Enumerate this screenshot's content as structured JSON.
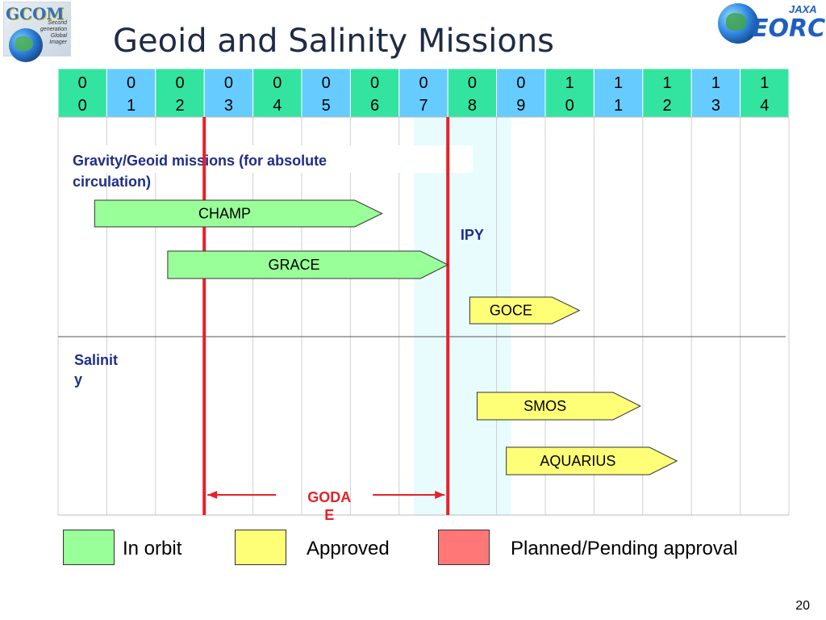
{
  "slide": {
    "title": "Geoid and Salinity Missions",
    "page_number": "20"
  },
  "logos": {
    "gcom": {
      "name": "GCOM",
      "caption": "Second generation Global Imager"
    },
    "eorc": {
      "name": "EORC",
      "agency": "JAXA"
    }
  },
  "colors": {
    "header_light": "#66ccff",
    "header_alt": "#33e3a0",
    "in_orbit": "#99ff99",
    "approved": "#ffff77",
    "planned": "#ff7777",
    "red_line": "#e8202a",
    "ipy_band": "#e8fbfd",
    "label_blue": "#1f2d8a",
    "label_red": "#e8202a"
  },
  "years": [
    {
      "top": "0",
      "bottom": "0",
      "highlight": true
    },
    {
      "top": "0",
      "bottom": "1",
      "highlight": false
    },
    {
      "top": "0",
      "bottom": "2",
      "highlight": true
    },
    {
      "top": "0",
      "bottom": "3",
      "highlight": false
    },
    {
      "top": "0",
      "bottom": "4",
      "highlight": true
    },
    {
      "top": "0",
      "bottom": "5",
      "highlight": false
    },
    {
      "top": "0",
      "bottom": "6",
      "highlight": true
    },
    {
      "top": "0",
      "bottom": "7",
      "highlight": false
    },
    {
      "top": "0",
      "bottom": "8",
      "highlight": true
    },
    {
      "top": "0",
      "bottom": "9",
      "highlight": false
    },
    {
      "top": "1",
      "bottom": "0",
      "highlight": true
    },
    {
      "top": "1",
      "bottom": "1",
      "highlight": false
    },
    {
      "top": "1",
      "bottom": "2",
      "highlight": true
    },
    {
      "top": "1",
      "bottom": "3",
      "highlight": false
    },
    {
      "top": "1",
      "bottom": "4",
      "highlight": true
    }
  ],
  "sections": {
    "gravity": "Gravity/Geoid missions (for absolute circulation)",
    "salinity": "Salinity"
  },
  "missions": [
    {
      "label": "CHAMP",
      "status": "in_orbit",
      "start": 0.75,
      "end": 6.65
    },
    {
      "label": "GRACE",
      "status": "in_orbit",
      "start": 2.25,
      "end": 8.0
    },
    {
      "label": "GOCE",
      "status": "approved",
      "start": 8.45,
      "end": 10.7
    },
    {
      "label": "SMOS",
      "status": "approved",
      "start": 8.6,
      "end": 11.95
    },
    {
      "label": "AQUARIUS",
      "status": "approved",
      "start": 9.2,
      "end": 12.7
    }
  ],
  "markers": {
    "godae_label": "GODAE",
    "godae_start": 3.0,
    "godae_end": 8.0,
    "ipy_label": "IPY",
    "ipy_start": 7.3,
    "ipy_end": 9.3
  },
  "legend": [
    {
      "label": "In orbit",
      "status": "in_orbit"
    },
    {
      "label": "Approved",
      "status": "approved"
    },
    {
      "label": "Planned/Pending approval",
      "status": "planned"
    }
  ]
}
